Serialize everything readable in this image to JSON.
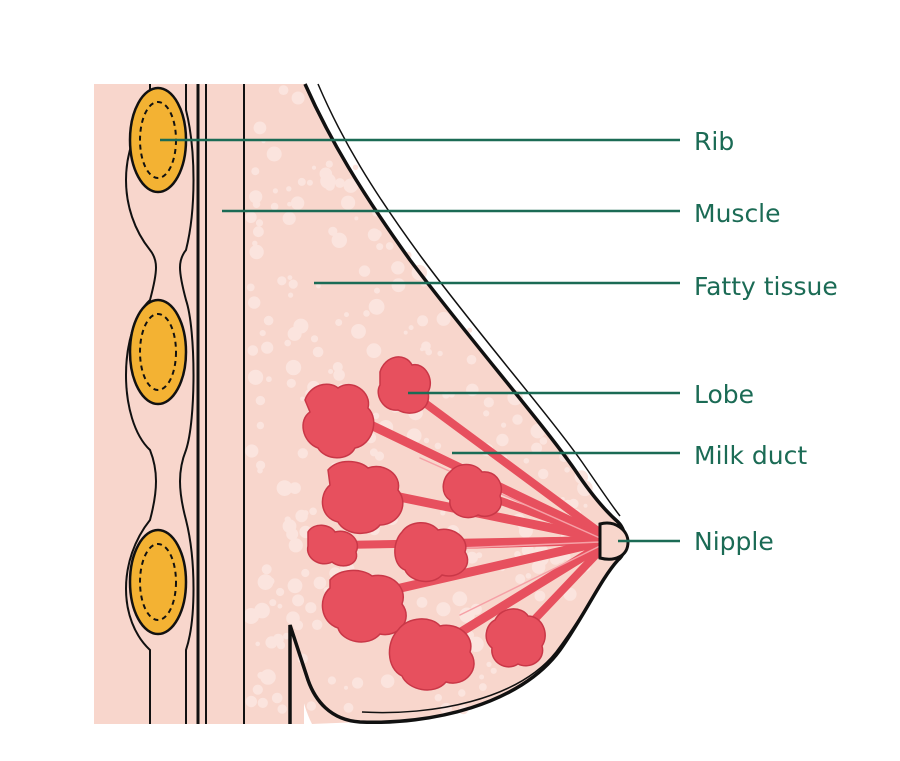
{
  "colors": {
    "skin": "#f8d6cc",
    "fat_bubble": "#fbe4de",
    "rib_fill": "#f3b233",
    "lobe": "#e7505e",
    "lobe_highlight": "#f0707a",
    "outline": "#111111",
    "label_text": "#1b6b55"
  },
  "labels": {
    "rib": "Rib",
    "muscle": "Muscle",
    "fatty_tissue": "Fatty tissue",
    "lobe": "Lobe",
    "milk_duct": "Milk duct",
    "nipple": "Nipple"
  }
}
